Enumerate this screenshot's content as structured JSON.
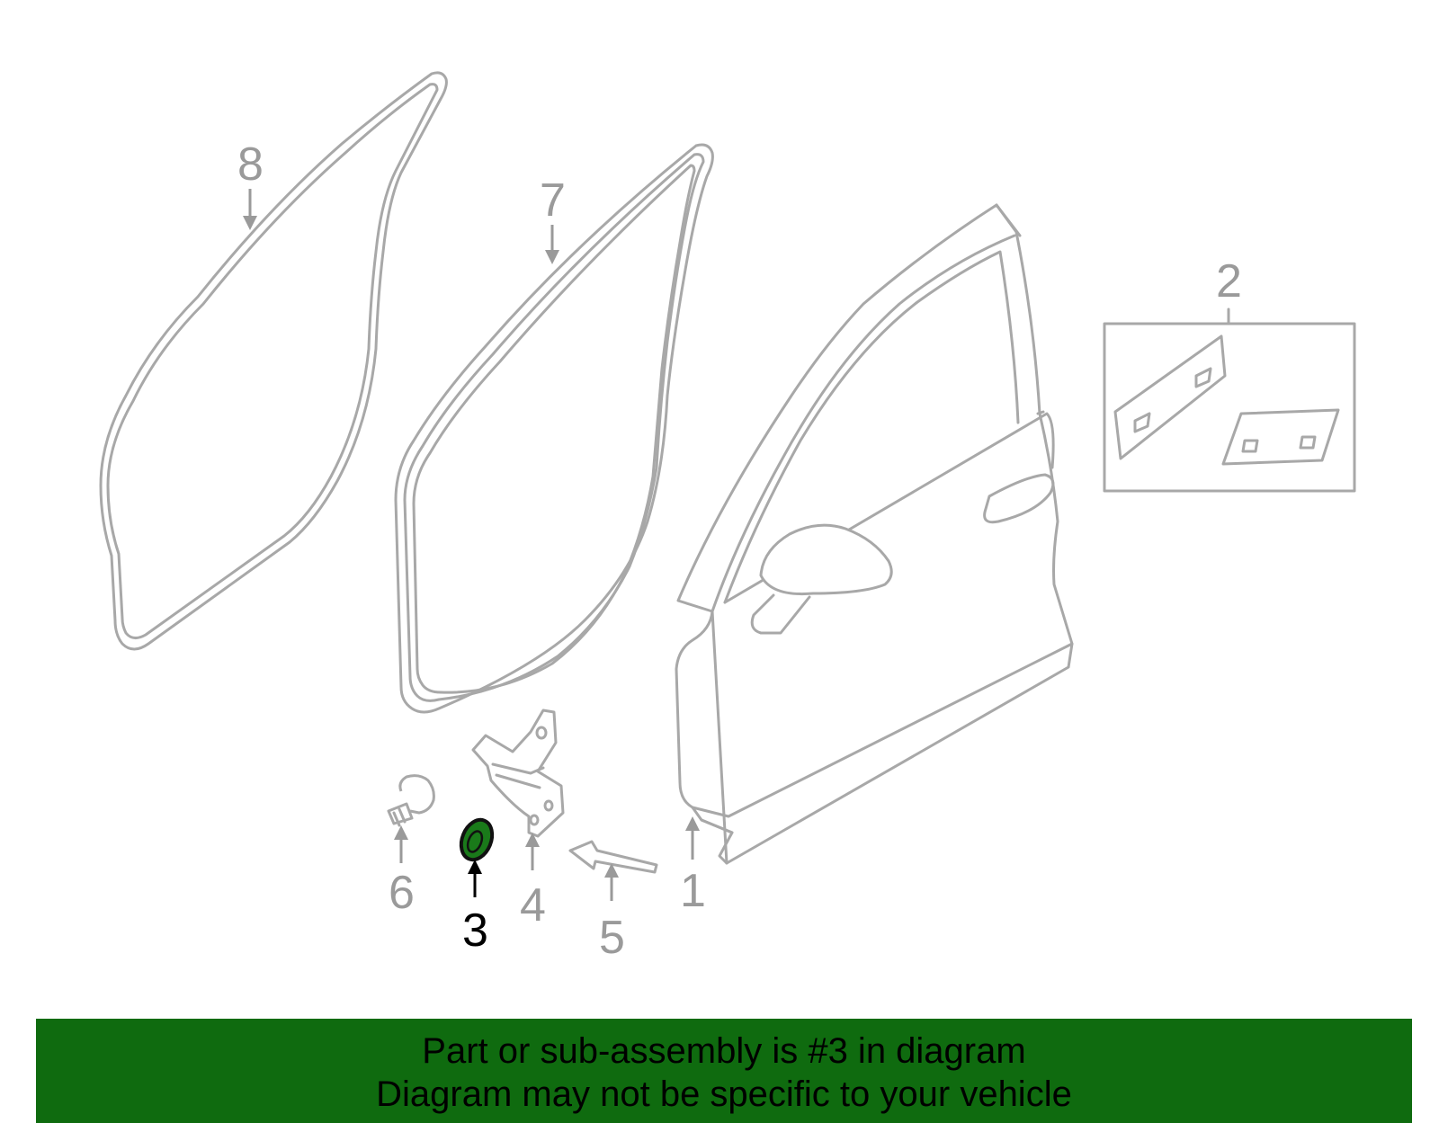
{
  "diagram": {
    "callouts": [
      {
        "id": "1",
        "label": "1"
      },
      {
        "id": "2",
        "label": "2"
      },
      {
        "id": "3",
        "label": "3",
        "highlighted": true
      },
      {
        "id": "4",
        "label": "4"
      },
      {
        "id": "5",
        "label": "5"
      },
      {
        "id": "6",
        "label": "6"
      },
      {
        "id": "7",
        "label": "7"
      },
      {
        "id": "8",
        "label": "8"
      }
    ],
    "colors": {
      "line": "#a8a8a8",
      "highlight_part": "#1a7a1a",
      "highlight_label": "#000000",
      "banner": "#0f6b0f"
    }
  },
  "banner": {
    "line1": "Part or sub-assembly is #3 in diagram",
    "line2": "Diagram may not be specific to your vehicle"
  }
}
